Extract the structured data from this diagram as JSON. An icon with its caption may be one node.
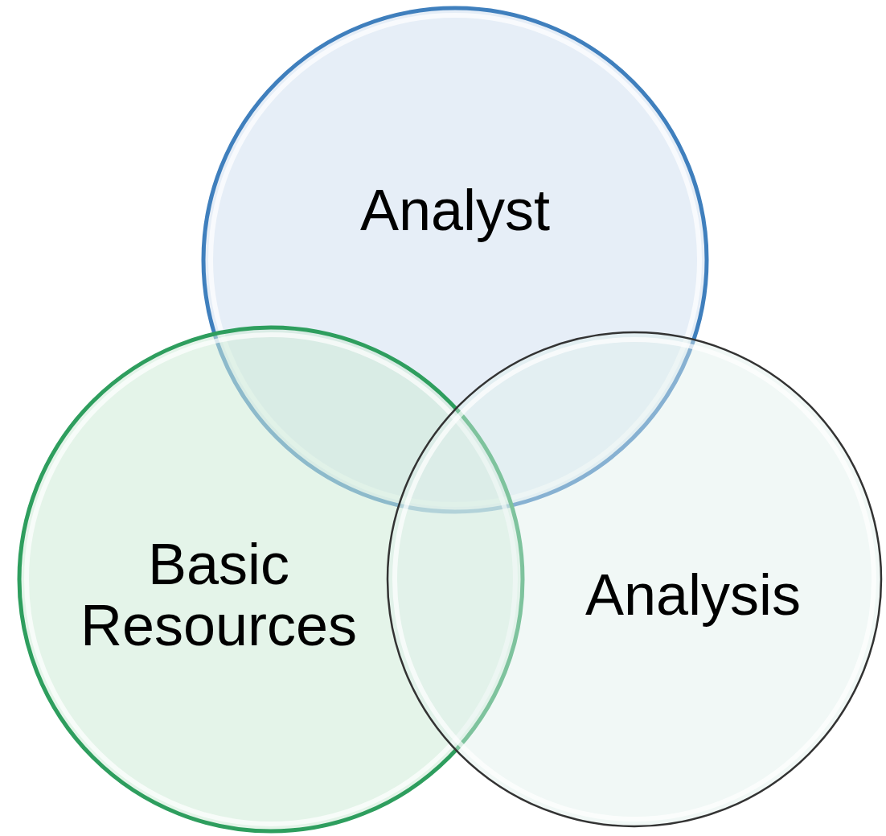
{
  "diagram": {
    "nodes": [
      {
        "text": [
          "Analyst"
        ]
      },
      {
        "text": [
          "Basic Resources"
        ]
      },
      {
        "text": [
          "Analysis"
        ]
      }
    ]
  }
}
